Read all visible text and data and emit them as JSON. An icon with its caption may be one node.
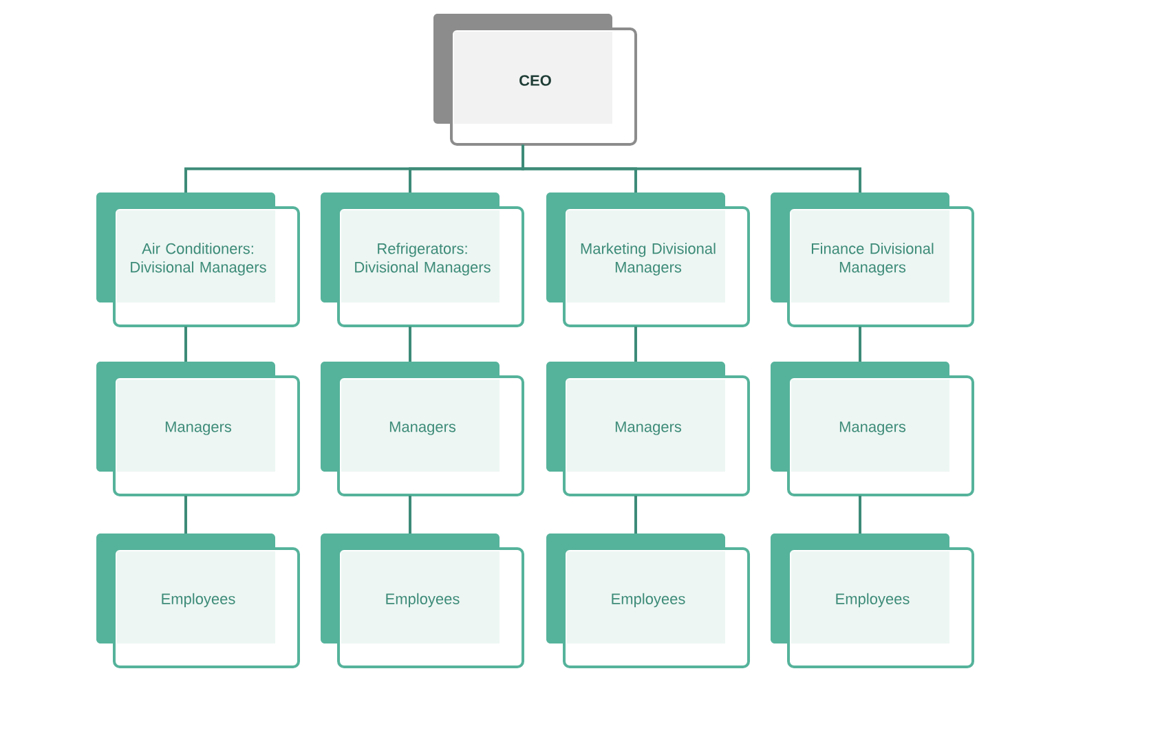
{
  "diagram": {
    "nodes": [
      {
        "text": [
          "CEO"
        ]
      },
      {
        "text": [
          "Air Conditioners: Divisional Managers"
        ]
      },
      {
        "text": [
          "Refrigerators: Divisional Managers"
        ]
      },
      {
        "text": [
          "Marketing Divisional Managers"
        ]
      },
      {
        "text": [
          "Finance Divisional Managers"
        ]
      },
      {
        "text": [
          "Managers"
        ]
      },
      {
        "text": [
          "Managers"
        ]
      },
      {
        "text": [
          "Managers"
        ]
      },
      {
        "text": [
          "Managers"
        ]
      },
      {
        "text": [
          "Employees"
        ]
      },
      {
        "text": [
          "Employees"
        ]
      },
      {
        "text": [
          "Employees"
        ]
      },
      {
        "text": [
          "Employees"
        ]
      }
    ],
    "edges": [
      {
        "from": 0,
        "to": 1,
        "arrow": "none"
      },
      {
        "from": 0,
        "to": 2,
        "arrow": "none"
      },
      {
        "from": 0,
        "to": 3,
        "arrow": "none"
      },
      {
        "from": 0,
        "to": 4,
        "arrow": "none"
      },
      {
        "from": 1,
        "to": 5,
        "arrow": "none"
      },
      {
        "from": 2,
        "to": 6,
        "arrow": "none"
      },
      {
        "from": 3,
        "to": 7,
        "arrow": "none"
      },
      {
        "from": 4,
        "to": 8,
        "arrow": "none"
      },
      {
        "from": 5,
        "to": 9,
        "arrow": "none"
      },
      {
        "from": 6,
        "to": 10,
        "arrow": "none"
      },
      {
        "from": 7,
        "to": 11,
        "arrow": "none"
      },
      {
        "from": 8,
        "to": 12,
        "arrow": "none"
      }
    ]
  }
}
